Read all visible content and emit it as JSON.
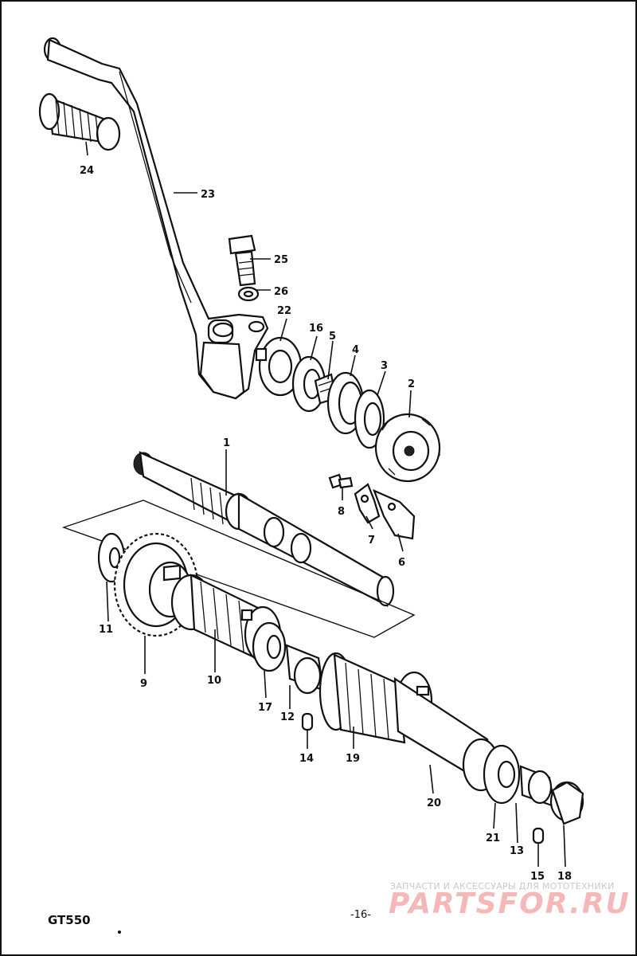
{
  "diagram": {
    "model": "GT550",
    "page_number": "-16-",
    "watermark": {
      "tagline": "ЗАПЧАСТИ И АКСЕССУАРЫ ДЛЯ МОТОТЕХНИКИ",
      "logo": "PARTSFOR.RU"
    },
    "callouts": {
      "p1": "1",
      "p2": "2",
      "p3": "3",
      "p4": "4",
      "p5": "5",
      "p6": "6",
      "p7": "7",
      "p8": "8",
      "p9": "9",
      "p10": "10",
      "p11": "11",
      "p12": "12",
      "p13": "13",
      "p14": "14",
      "p15": "15",
      "p16": "16",
      "p17": "17",
      "p18": "18",
      "p19": "19",
      "p20": "20",
      "p21": "21",
      "p22": "22",
      "p23": "23",
      "p24": "24",
      "p25": "25",
      "p26": "26"
    }
  }
}
